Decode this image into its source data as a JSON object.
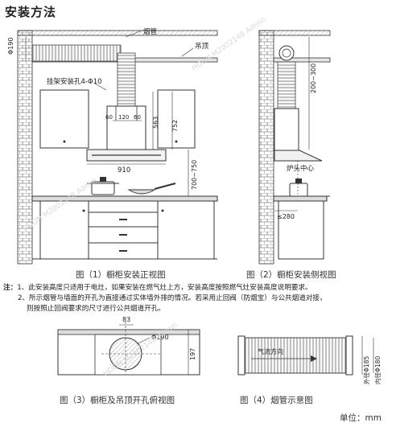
{
  "title": "安装方法",
  "fig1": {
    "labels": {
      "flue": "烟管",
      "ceiling": "吊顶",
      "mount_hole": "挂架安装孔4-Φ10",
      "d60a": "60",
      "d120": "120",
      "d60b": "60",
      "d563": "563",
      "d752": "752",
      "d910": "910",
      "d700_750": "700~750",
      "phi190": "Φ190"
    },
    "caption": "图（1）橱柜安装正视图"
  },
  "fig2": {
    "labels": {
      "d200_300": "200~300",
      "burner_center": "炉头中心",
      "d280": "≤280"
    },
    "caption": "图（2）橱柜安装侧视图"
  },
  "notes": {
    "prefix": "注：",
    "line1": "1、此安装高度只适用于电灶，如果安装在燃气灶上方，安装高度按照燃气灶安装高度说明要求。",
    "line2": "2、所示烟管与墙面的开孔为直接通过实体墙外排的情况。若采用止回阀（防烟宝）与公共烟道对接，",
    "line3": "则按照止回阀要求的尺寸进行公共烟道开孔。"
  },
  "fig3": {
    "labels": {
      "d83": "83",
      "phi190": "Φ190",
      "d197": "197"
    },
    "caption": "图（3）橱柜及吊顶开孔俯视图"
  },
  "fig4": {
    "labels": {
      "airflow": "气流方向",
      "outer": "外径Φ185",
      "inner": "内径Φ180"
    },
    "caption": "图（4）烟管示意图"
  },
  "unit": "单位：mm",
  "watermark": "HDDN M2002148 Admin"
}
